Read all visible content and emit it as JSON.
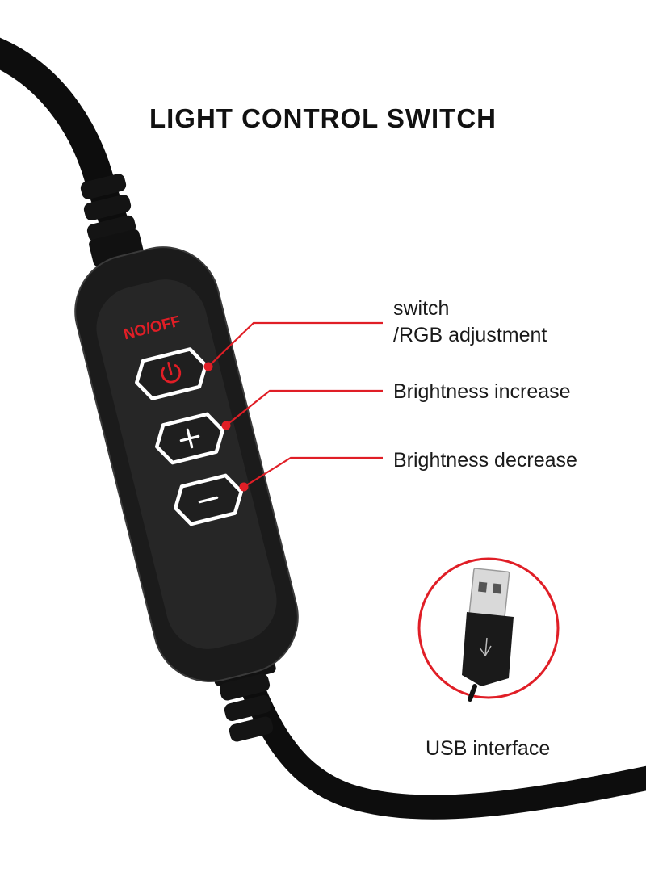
{
  "title": "LIGHT CONTROL SWITCH",
  "power_label": "NO/OFF",
  "callouts": {
    "switch_line1": "switch",
    "switch_line2": "/RGB adjustment",
    "brightness_increase": "Brightness increase",
    "brightness_decrease": "Brightness decrease",
    "usb": "USB interface"
  },
  "buttons": [
    {
      "name": "power",
      "icon": "power-icon"
    },
    {
      "name": "plus",
      "icon": "plus-icon"
    },
    {
      "name": "minus",
      "icon": "minus-icon"
    }
  ],
  "colors": {
    "accent": "#e01e26",
    "body": "#1b1b1b",
    "panel": "#262626",
    "cable": "#0d0d0d",
    "text": "#1a1a1a"
  }
}
